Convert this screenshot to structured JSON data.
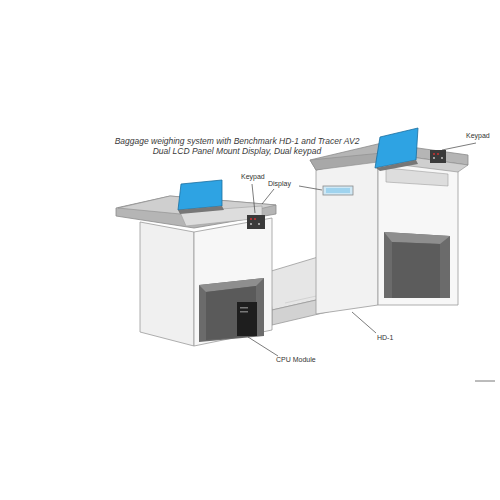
{
  "diagram": {
    "title": "Baggage weighing system with Benchmark HD-1 and Tracer AV2 Dual LCD Panel Mount Display, Dual keypad",
    "labels": [
      "Keypad",
      "Display",
      "Keypad",
      "CPU Module",
      "HD-1"
    ]
  }
}
